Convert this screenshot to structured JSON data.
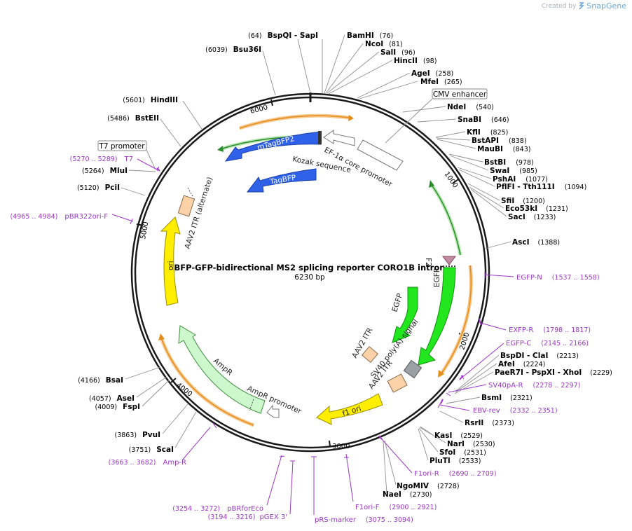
{
  "brand": {
    "created_by": "Created by",
    "name": "SnapGene"
  },
  "plasmid": {
    "name": "BFP-GFP-bidirectional MS2 splicing reporter CORO1B intron",
    "size": "6230 bp"
  },
  "ticks": [
    "1000",
    "2000",
    "3000",
    "4000",
    "5000",
    "6000"
  ],
  "features": {
    "cmv_enhancer": "CMV enhancer",
    "t7_promoter": "T7 promoter",
    "mtagbfp2": "mTagBFP2",
    "tagbfp": "TagBFP",
    "ef1a": "EF-1α core promoter",
    "kozak": "Kozak sequence",
    "aav2_itr_alt": "AAV2 ITR (alternate)",
    "ori": "ori",
    "ampr": "AmpR",
    "ampr_promoter": "AmpR promoter",
    "f1_ori": "f1 ori",
    "egfp_inner": "EGFP",
    "egfp_outer": "EGFP",
    "aav2_itr_1": "AAV2 ITR",
    "aav2_itr_2": "AAV2 ITR",
    "sv40_polya": "SV40 poly(A) signal",
    "f2": "F2"
  },
  "sites_right": [
    {
      "name": "BamHI",
      "pos": "(76)"
    },
    {
      "name": "NcoI",
      "pos": "(81)"
    },
    {
      "name": "SalI",
      "pos": "(96)"
    },
    {
      "name": "HincII",
      "pos": "(98)"
    },
    {
      "name": "AgeI",
      "pos": "(258)"
    },
    {
      "name": "MfeI",
      "pos": "(265)"
    },
    {
      "name": "NdeI",
      "pos": "(540)"
    },
    {
      "name": "SnaBI",
      "pos": "(646)"
    },
    {
      "name": "KflI",
      "pos": "(825)"
    },
    {
      "name": "BstAPI",
      "pos": "(838)"
    },
    {
      "name": "MauBI",
      "pos": "(843)"
    },
    {
      "name": "BstBI",
      "pos": "(978)"
    },
    {
      "name": "SwaI",
      "pos": "(985)"
    },
    {
      "name": "PshAI",
      "pos": "(1077)"
    },
    {
      "name": "PflFI - Tth111I",
      "pos": "(1094)"
    },
    {
      "name": "SfiI",
      "pos": "(1200)"
    },
    {
      "name": "Eco53kI",
      "pos": "(1231)"
    },
    {
      "name": "SacI",
      "pos": "(1233)"
    },
    {
      "name": "AscI",
      "pos": "(1388)"
    },
    {
      "name": "BspDI - ClaI",
      "pos": "(2213)"
    },
    {
      "name": "AfeI",
      "pos": "(2224)"
    },
    {
      "name": "PaeR7I - PspXI - XhoI",
      "pos": "(2229)"
    },
    {
      "name": "BsmI",
      "pos": "(2321)"
    },
    {
      "name": "RsrII",
      "pos": "(2373)"
    },
    {
      "name": "KasI",
      "pos": "(2529)"
    },
    {
      "name": "NarI",
      "pos": "(2530)"
    },
    {
      "name": "SfoI",
      "pos": "(2531)"
    },
    {
      "name": "PluTI",
      "pos": "(2533)"
    },
    {
      "name": "NgoMIV",
      "pos": "(2728)"
    },
    {
      "name": "NaeI",
      "pos": "(2730)"
    }
  ],
  "sites_left": [
    {
      "name": "BspQI - SapI",
      "pos": "(64)"
    },
    {
      "name": "Bsu36I",
      "pos": "(6039)"
    },
    {
      "name": "HindIII",
      "pos": "(5601)"
    },
    {
      "name": "BstEII",
      "pos": "(5486)"
    },
    {
      "name": "MluI",
      "pos": "(5264)"
    },
    {
      "name": "PciI",
      "pos": "(5120)"
    },
    {
      "name": "BsaI",
      "pos": "(4166)"
    },
    {
      "name": "AseI",
      "pos": "(4057)"
    },
    {
      "name": "FspI",
      "pos": "(4009)"
    },
    {
      "name": "PvuI",
      "pos": "(3863)"
    },
    {
      "name": "ScaI",
      "pos": "(3751)"
    }
  ],
  "primers": [
    {
      "name": "EGFP-N",
      "pos": "(1537 .. 1558)"
    },
    {
      "name": "EXFP-R",
      "pos": "(1798 .. 1817)"
    },
    {
      "name": "EGFP-C",
      "pos": "(2145 .. 2166)"
    },
    {
      "name": "SV40pA-R",
      "pos": "(2278 .. 2297)"
    },
    {
      "name": "EBV-rev",
      "pos": "(2332 .. 2351)"
    },
    {
      "name": "F1ori-R",
      "pos": "(2690 .. 2709)"
    },
    {
      "name": "F1ori-F",
      "pos": "(2900 .. 2921)"
    },
    {
      "name": "pRS-marker",
      "pos": "(3075 .. 3094)"
    },
    {
      "name": "pGEX 3'",
      "pos": "(3194 .. 3216)"
    },
    {
      "name": "pBRforEco",
      "pos": "(3254 .. 3272)"
    },
    {
      "name": "Amp-R",
      "pos": "(3663 .. 3682)"
    },
    {
      "name": "pBR322ori-F",
      "pos": "(4965 .. 4984)"
    },
    {
      "name": "T7",
      "pos": "(5270 .. 5289)"
    }
  ],
  "colors": {
    "backbone": "#1a1a1a",
    "blue": "#2f62e8",
    "green": "#22e61e",
    "yellow": "#ffee00",
    "light_green": "#cdf7cd",
    "peach": "#fdd2a8",
    "orange": "#e58c1a",
    "primer": "#9d36c9",
    "grey": "#9aa0a6",
    "mauve": "#c48aa0"
  }
}
